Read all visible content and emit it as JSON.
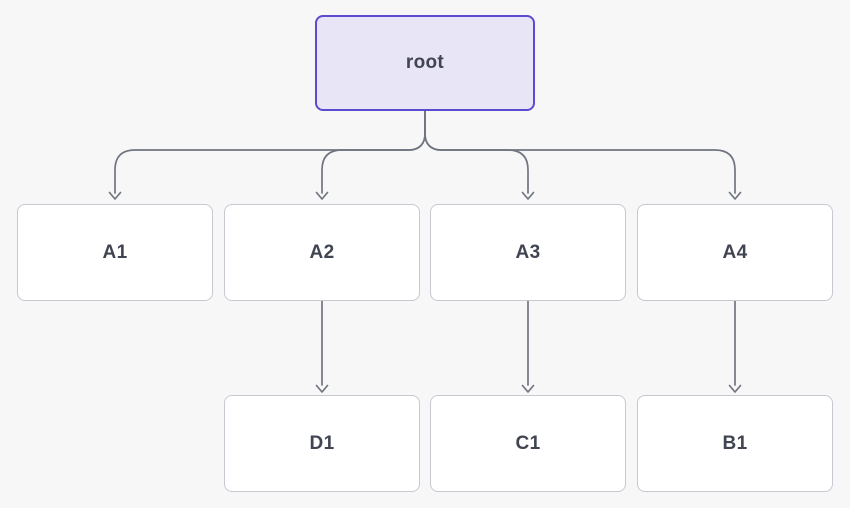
{
  "diagram": {
    "type": "tree",
    "background_color": "#f7f7f8",
    "edge_color": "#717580",
    "root_node_fill": "#e8e5f7",
    "root_node_border": "#5b4bce",
    "child_node_fill": "#ffffff",
    "child_node_border": "#c7c9d1",
    "label_color": "#414552",
    "nodes": [
      {
        "id": "root",
        "label": "root",
        "type": "root"
      },
      {
        "id": "A1",
        "label": "A1",
        "type": "child"
      },
      {
        "id": "A2",
        "label": "A2",
        "type": "child"
      },
      {
        "id": "A3",
        "label": "A3",
        "type": "child"
      },
      {
        "id": "A4",
        "label": "A4",
        "type": "child"
      },
      {
        "id": "D1",
        "label": "D1",
        "type": "child"
      },
      {
        "id": "C1",
        "label": "C1",
        "type": "child"
      },
      {
        "id": "B1",
        "label": "B1",
        "type": "child"
      }
    ],
    "edges": [
      {
        "from": "root",
        "to": "A1"
      },
      {
        "from": "root",
        "to": "A2"
      },
      {
        "from": "root",
        "to": "A3"
      },
      {
        "from": "root",
        "to": "A4"
      },
      {
        "from": "A2",
        "to": "D1"
      },
      {
        "from": "A3",
        "to": "C1"
      },
      {
        "from": "A4",
        "to": "B1"
      }
    ]
  }
}
